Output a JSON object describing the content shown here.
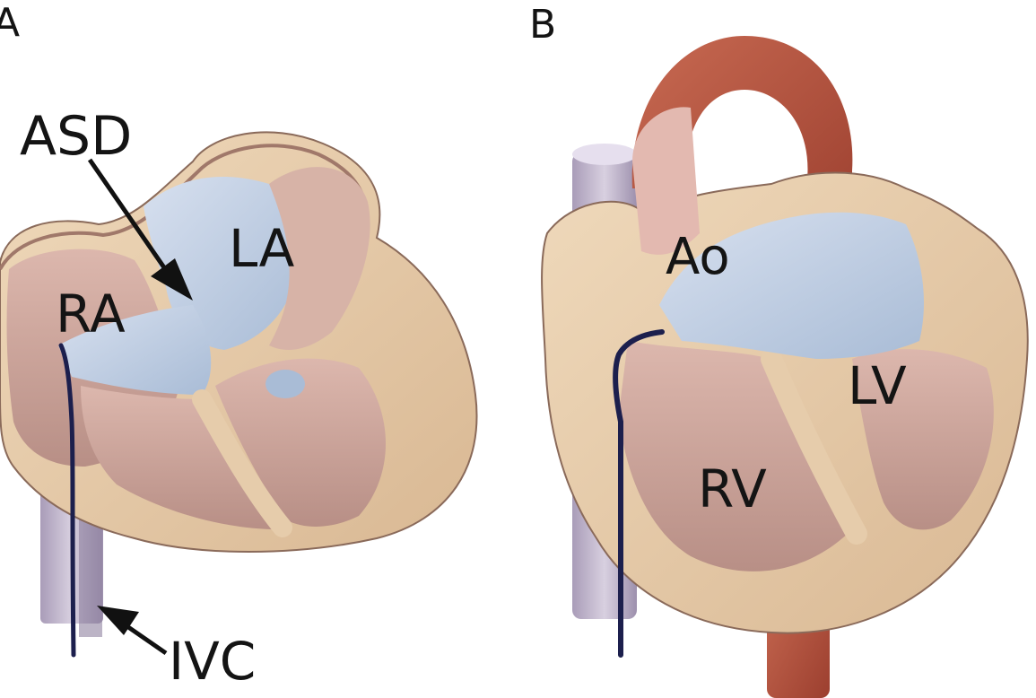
{
  "panels": [
    {
      "letter": "A",
      "labels": {
        "asd": "ASD",
        "la": "LA",
        "ra": "RA",
        "ivc": "IVC"
      }
    },
    {
      "letter": "B",
      "labels": {
        "ao": "Ao",
        "lv": "LV",
        "rv": "RV"
      }
    }
  ],
  "colors": {
    "myocardium": "#e6ccab",
    "chamber_wall": "#cfa89e",
    "blood_chamber": "#c9d4e6",
    "aorta": "#b5503c",
    "vein": "#c3b9cf",
    "catheter": "#1c1f4d",
    "label": "#141414"
  }
}
